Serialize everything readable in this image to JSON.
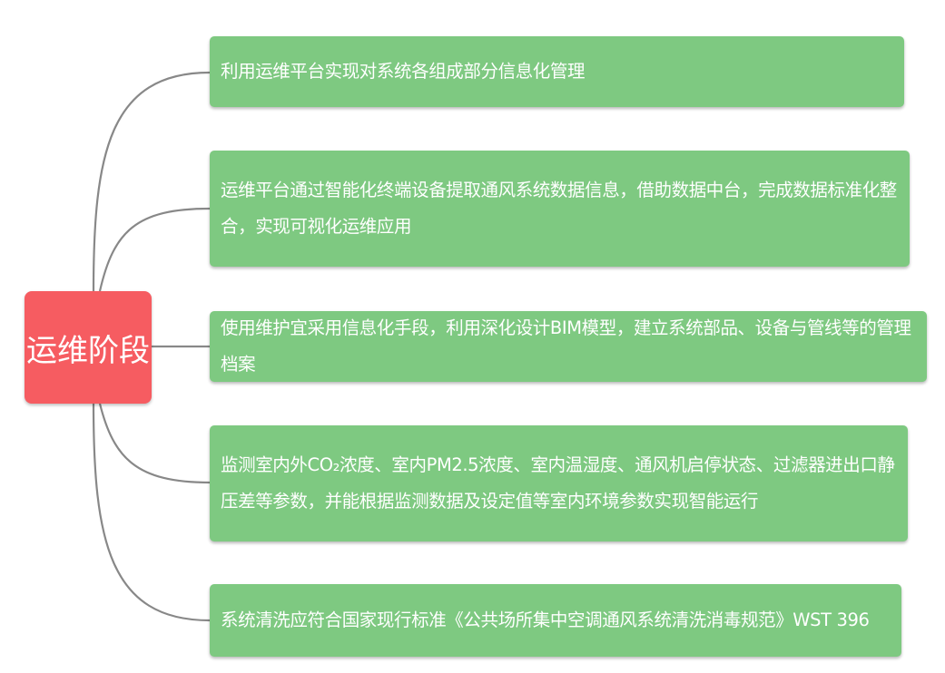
{
  "root": {
    "label": "运维阶段",
    "color": "#f65c61"
  },
  "branch_color": "#7ec981",
  "connector_color": "#888888",
  "branches": [
    {
      "text": "利用运维平台实现对系统各组成部分信息化管理"
    },
    {
      "text": "运维平台通过智能化终端设备提取通风系统数据信息，借助数据中台，完成数据标准化整合，实现可视化运维应用"
    },
    {
      "text": "使用维护宜采用信息化手段，利用深化设计BIM模型，建立系统部品、设备与管线等的管理档案"
    },
    {
      "text": "监测室内外CO₂浓度、室内PM2.5浓度、室内温湿度、通风机启停状态、过滤器进出口静压差等参数，并能根据监测数据及设定值等室内环境参数实现智能运行"
    },
    {
      "text": "系统清洗应符合国家现行标准《公共场所集中空调通风系统清洗消毒规范》WST 396"
    }
  ]
}
